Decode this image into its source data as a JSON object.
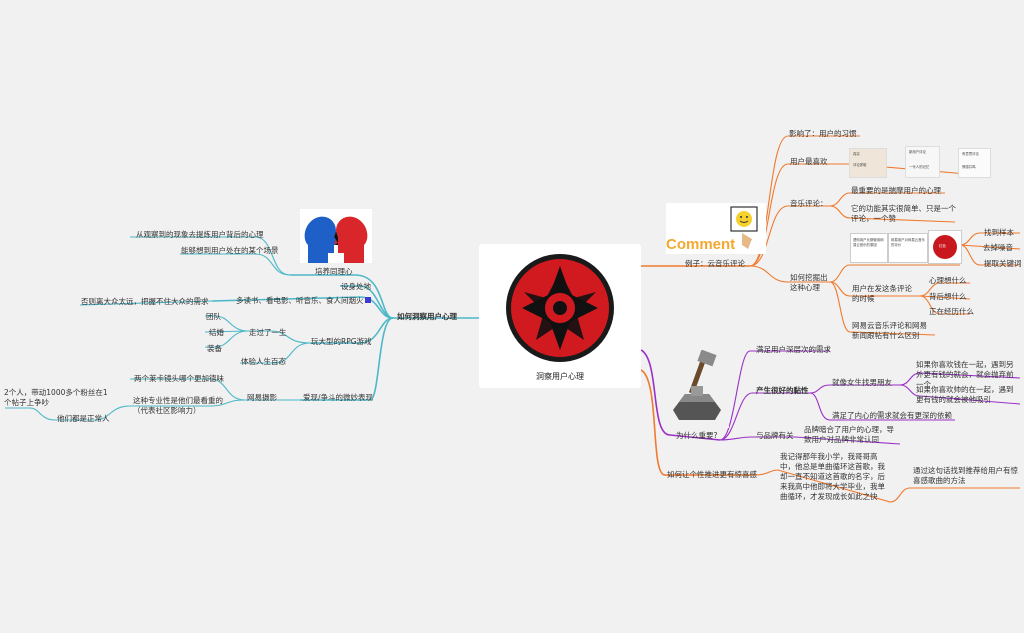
{
  "center": {
    "title": "洞察用户心理"
  },
  "left": {
    "main": "如何洞察用户心理",
    "empathy": "培养同理心",
    "empathy_1": "从观察到的现象去提炼用户背后的心理",
    "empathy_2": "能够想到用户处在的某个场景",
    "role": "设身处地",
    "multi": "多读书、看电影、听音乐、食人间烟火",
    "multi_sub": "否则离大众太远，把握不住大众的需求",
    "rpg": "玩大型的RPG游戏",
    "life": "走过了一生",
    "team": "团队",
    "bond": "结婚",
    "equip": "装备",
    "exp": "体验人生百态",
    "love": "爱现/争斗的微妙表现",
    "netease": "网易摄影",
    "lens": "两个莱卡镜头哪个更加德味",
    "pro": "这种专业性是他们最看重的（代表社区影响力）",
    "normal": "他们都是正常人",
    "fans": "2个人，带动1000多个粉丝在1个帖子上争吵"
  },
  "right": {
    "example": "例子：云音乐评论",
    "comment_word": "Comment",
    "habit": "影响了：用户的习惯",
    "fav": "用户最喜欢",
    "music": "音乐评论：",
    "music_1": "最重要的是揣摩用户的心理",
    "music_2": "它的功能其实很简单、只是一个评论，一个赞",
    "dig": "如何挖掘出这种心理",
    "find": "找到样本",
    "noise": "去掉噪音",
    "key": "提取关键词",
    "when": "用户在发这条评论的时候",
    "think": "心理想什么",
    "back": "背后想什么",
    "going": "正在经历什么",
    "diff": "网易云音乐评论和网易新闻跟帖有什么区别",
    "why": "为什么重要?",
    "need": "满足用户深层次的需求",
    "sticky": "产生很好的黏性",
    "girl": "就像女生找男朋友",
    "girl_1": "如果你喜欢钱在一起，遇到另外更有钱的就会，就会抛弃前一个",
    "girl_2": "如果你喜欢帅的在一起，遇到更有钱的就会被他吸引",
    "heart": "满足了内心的需求就会有更深的依赖",
    "brand": "与品牌有关",
    "brand_1": "品牌暗合了用户的心理，导致用户对品牌非常认同",
    "story": "如何让个性推进更有惊喜感",
    "story_1": "我记得那年我小学，我哥哥高中，他总是单曲循环这首歌，我却一直不知道这首歌的名字，后来我高中他即将大学毕业，我单曲循环，才发现成长如此之快",
    "story_2": "通过这句话找到推荐给用户有惊喜感歌曲的方法",
    "thumb_1a": "真实",
    "thumb_1b": "评论抓取",
    "thumb_2a": "新用户评论",
    "thumb_2b": "一代人的记忆",
    "thumb_3a": "有意思评论",
    "thumb_3b": "情感共鸣",
    "card_1": "透彻用户长期使用网易云音乐的原因",
    "card_2": "网易用户对网易云音乐的评价",
    "card_3": "红色",
    "fans_sub": ""
  },
  "colors": {
    "left": "#4cb8c8",
    "orange": "#f07a2e",
    "purple": "#9b30c8",
    "red": "#c8181e"
  }
}
